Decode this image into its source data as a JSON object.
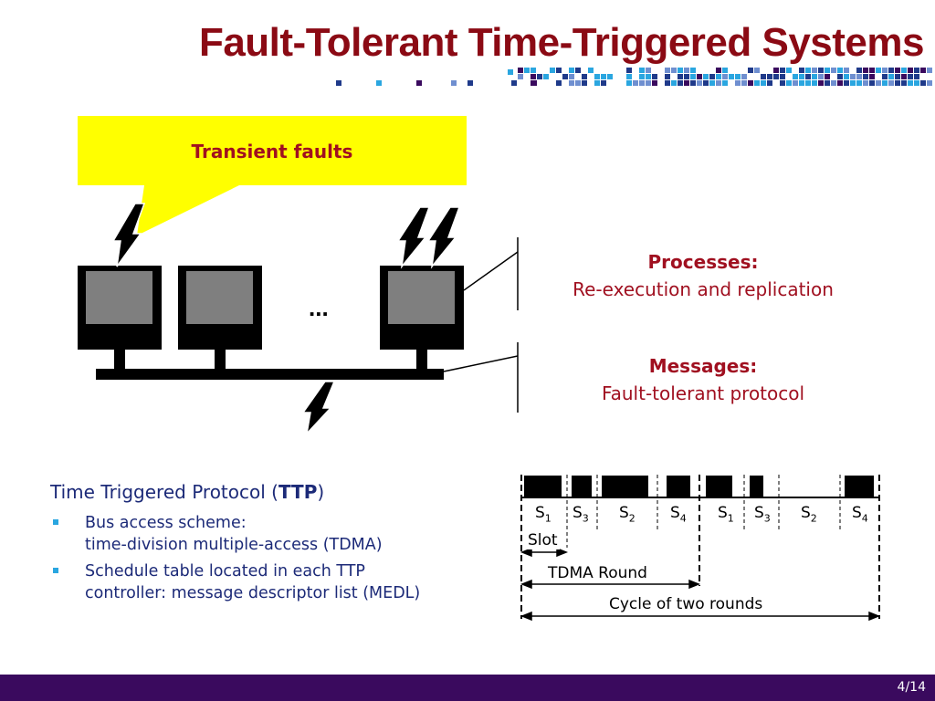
{
  "title": "Fault-Tolerant Time-Triggered Systems",
  "callout": "Transient faults",
  "ellipsis": "...",
  "processes": {
    "heading": "Processes:",
    "text": "Re-execution and replication"
  },
  "messages": {
    "heading": "Messages:",
    "text": "Fault-tolerant protocol"
  },
  "ttp": {
    "prefix": "Time Triggered Protocol (",
    "abbr": "TTP",
    "suffix": ")",
    "bullets": [
      {
        "line1": "Bus access scheme:",
        "line2": "time-division multiple-access (TDMA)"
      },
      {
        "line1": "Schedule table located in each TTP",
        "line2": "controller: message descriptor list (MEDL)"
      }
    ]
  },
  "tdma": {
    "slots": [
      {
        "base": "S",
        "sub": "1"
      },
      {
        "base": "S",
        "sub": "3"
      },
      {
        "base": "S",
        "sub": "2"
      },
      {
        "base": "S",
        "sub": "4"
      },
      {
        "base": "S",
        "sub": "1"
      },
      {
        "base": "S",
        "sub": "3"
      },
      {
        "base": "S",
        "sub": "2"
      },
      {
        "base": "S",
        "sub": "4"
      }
    ],
    "slot_label": "Slot",
    "round_label": "TDMA Round",
    "cycle_label": "Cycle of two rounds"
  },
  "page_number": "4/14",
  "colors": {
    "title": "#8b0a14",
    "accent_red": "#a01020",
    "body_blue": "#1c2a78",
    "callout_yellow": "#ffff00",
    "footer": "#3a0a5e",
    "bullet": "#2aa6e0"
  }
}
